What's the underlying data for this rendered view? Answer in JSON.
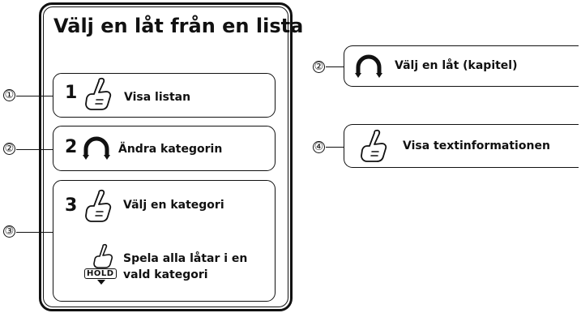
{
  "panel": {
    "title": "Välj en låt från en lista",
    "steps": [
      {
        "callout": "①",
        "number": "1",
        "icon": "touch-icon",
        "label": "Visa listan"
      },
      {
        "callout": "②",
        "number": "2",
        "icon": "rotate-knob-icon",
        "label": "Ändra kategorin"
      },
      {
        "callout": "③",
        "number": "3",
        "icon": "touch-icon",
        "label": "Välj en kategori",
        "sub_icon": "touch-hold-icon",
        "sub_label": "Spela alla låtar i en vald kategori",
        "hold_text": "HOLD"
      }
    ]
  },
  "side_items": [
    {
      "callout": "②",
      "icon": "rotate-knob-icon",
      "label": "Välj en låt (kapitel)"
    },
    {
      "callout": "④",
      "icon": "touch-icon",
      "label": "Visa textinformationen"
    }
  ]
}
